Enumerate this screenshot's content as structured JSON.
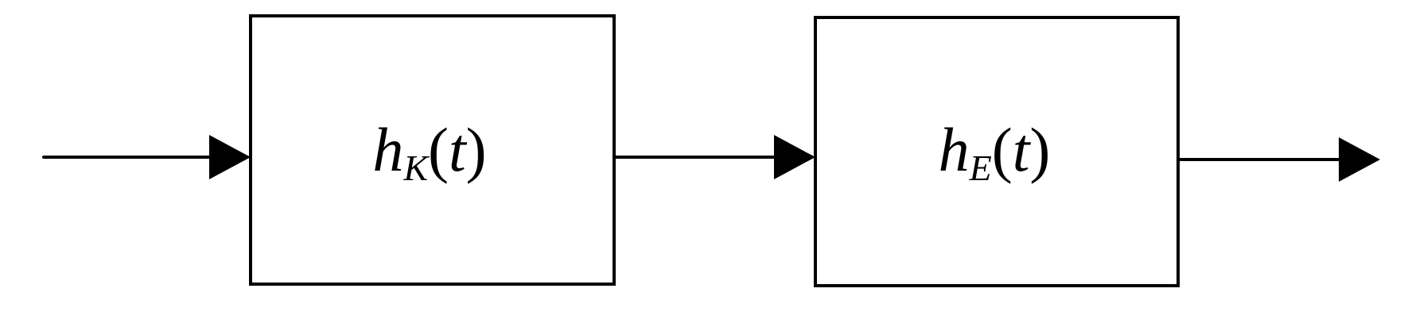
{
  "diagram": {
    "stroke_color": "#000000",
    "background": "#ffffff",
    "blocks": [
      {
        "id": "block-1",
        "function": "h",
        "subscript": "K",
        "open_paren": "(",
        "argument": "t",
        "close_paren": ")"
      },
      {
        "id": "block-2",
        "function": "h",
        "subscript": "E",
        "open_paren": "(",
        "argument": "t",
        "close_paren": ")"
      }
    ]
  }
}
